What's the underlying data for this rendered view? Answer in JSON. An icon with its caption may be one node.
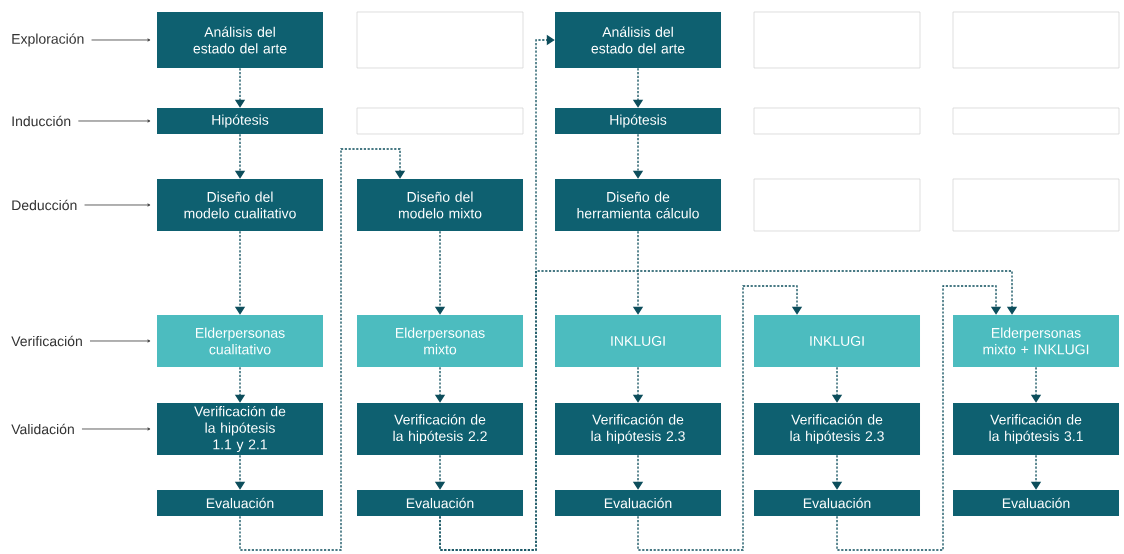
{
  "diagram": {
    "nodes": [
      {
        "text": [
          "Exploración"
        ]
      },
      {
        "text": [
          "Análisis del estado del arte"
        ]
      },
      {
        "text": [],
        "shape": "box"
      },
      {
        "text": [
          "Análisis del estado del arte"
        ]
      },
      {
        "text": [],
        "shape": "box"
      },
      {
        "text": [],
        "shape": "box"
      },
      {
        "text": [
          "Inducción"
        ]
      },
      {
        "text": [
          "Hipótesis"
        ]
      },
      {
        "text": [],
        "shape": "box"
      },
      {
        "text": [
          "Hipótesis"
        ]
      },
      {
        "text": [],
        "shape": "box"
      },
      {
        "text": [],
        "shape": "box"
      },
      {
        "text": [
          "Deducción"
        ]
      },
      {
        "text": [
          "Diseño del modelo cualitativo"
        ]
      },
      {
        "text": [
          "Diseño del modelo mixto"
        ]
      },
      {
        "text": [
          "Diseño de herramienta cálculo"
        ]
      },
      {
        "text": [],
        "shape": "box"
      },
      {
        "text": [],
        "shape": "box"
      },
      {
        "text": [
          "Verificación"
        ]
      },
      {
        "text": [
          "Elderpersonas cualitativo"
        ]
      },
      {
        "text": [
          "Elderpersonas mixto"
        ]
      },
      {
        "text": [
          "INKLUGI"
        ]
      },
      {
        "text": [
          "INKLUGI"
        ]
      },
      {
        "text": [
          "Elderpersonas mixto + INKLUGI"
        ]
      },
      {
        "text": [
          "Validación"
        ]
      },
      {
        "text": [
          "Verificación de la hipótesis 1.1 y 2.1"
        ]
      },
      {
        "text": [
          "Verificación de la hipótesis 2.2"
        ]
      },
      {
        "text": [
          "Verificación de la hipótesis 2.3"
        ]
      },
      {
        "text": [
          "Verificación de la hipótesis 2.3"
        ]
      },
      {
        "text": [
          "Verificación de la hipótesis 3.1"
        ]
      },
      {
        "text": [
          "Evaluación"
        ]
      },
      {
        "text": [
          "Evaluación"
        ]
      },
      {
        "text": [
          "Evaluación"
        ]
      },
      {
        "text": [
          "Evaluación"
        ]
      },
      {
        "text": [
          "Evaluación"
        ]
      }
    ],
    "edges": [
      {
        "from": 0,
        "to": 1,
        "arrow": "to",
        "color": "#3a3a3a"
      },
      {
        "from": 6,
        "to": 7,
        "arrow": "to",
        "color": "#3a3a3a"
      },
      {
        "from": 12,
        "to": 13,
        "arrow": "to",
        "color": "#3a3a3a"
      },
      {
        "from": 18,
        "to": 19,
        "arrow": "to",
        "color": "#3a3a3a"
      },
      {
        "from": 24,
        "to": 25,
        "arrow": "to",
        "color": "#3a3a3a"
      },
      {
        "from": 1,
        "to": 7,
        "arrow": "to",
        "style": "dashed"
      },
      {
        "from": 7,
        "to": 13,
        "arrow": "to",
        "style": "dashed"
      },
      {
        "from": 13,
        "to": 19,
        "arrow": "to",
        "style": "dashed"
      },
      {
        "from": 19,
        "to": 25,
        "arrow": "to",
        "style": "dashed"
      },
      {
        "from": 25,
        "to": 30,
        "arrow": "to",
        "style": "dashed"
      },
      {
        "from": 30,
        "to": 14,
        "arrow": "to",
        "style": "dashed"
      },
      {
        "from": 14,
        "to": 20,
        "arrow": "to",
        "style": "dashed"
      },
      {
        "from": 20,
        "to": 26,
        "arrow": "to",
        "style": "dashed"
      },
      {
        "from": 26,
        "to": 31,
        "arrow": "to",
        "style": "dashed"
      },
      {
        "from": 31,
        "to": 3,
        "arrow": "to",
        "style": "dashed"
      },
      {
        "from": 31,
        "to": 23,
        "arrow": "to",
        "style": "dashed"
      },
      {
        "from": 3,
        "to": 9,
        "arrow": "to",
        "style": "dashed"
      },
      {
        "from": 9,
        "to": 15,
        "arrow": "to",
        "style": "dashed"
      },
      {
        "from": 15,
        "to": 21,
        "arrow": "to",
        "style": "dashed"
      },
      {
        "from": 21,
        "to": 27,
        "arrow": "to",
        "style": "dashed"
      },
      {
        "from": 27,
        "to": 32,
        "arrow": "to",
        "style": "dashed"
      },
      {
        "from": 32,
        "to": 22,
        "arrow": "to",
        "style": "dashed"
      },
      {
        "from": 22,
        "to": 28,
        "arrow": "to",
        "style": "dashed"
      },
      {
        "from": 28,
        "to": 33,
        "arrow": "to",
        "style": "dashed"
      },
      {
        "from": 33,
        "to": 23,
        "arrow": "to",
        "style": "dashed"
      },
      {
        "from": 23,
        "to": 29,
        "arrow": "to",
        "style": "dashed"
      },
      {
        "from": 29,
        "to": 34,
        "arrow": "to",
        "style": "dashed"
      }
    ]
  }
}
